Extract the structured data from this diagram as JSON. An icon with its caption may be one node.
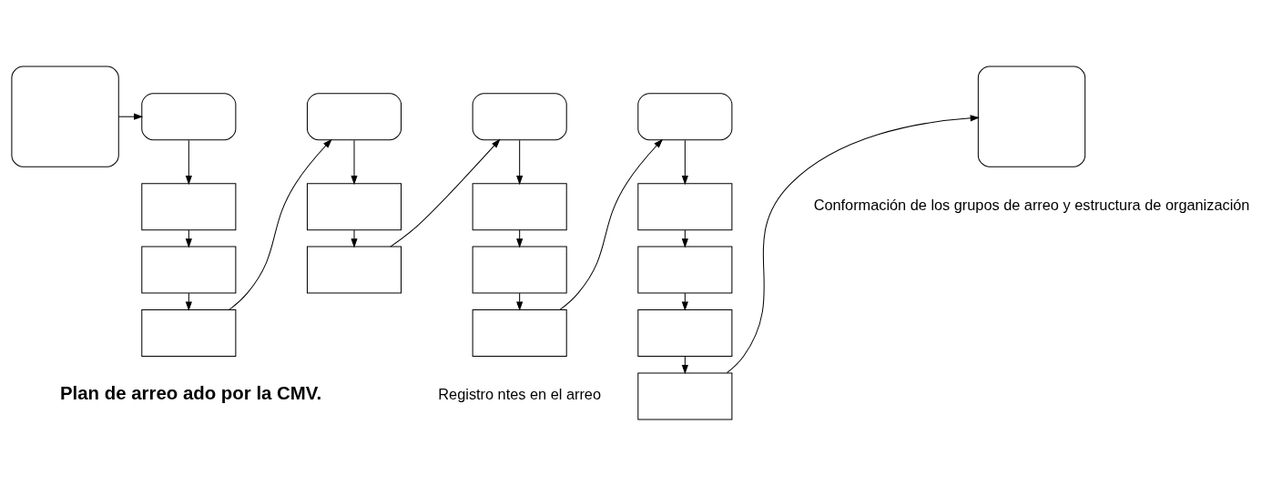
{
  "diagram": {
    "nodes": [
      {
        "text": [],
        "shape": "rounded"
      },
      {
        "text": [],
        "shape": "rounded"
      },
      {
        "text": [],
        "shape": "box"
      },
      {
        "text": [],
        "shape": "box"
      },
      {
        "text": [],
        "shape": "box"
      },
      {
        "text": [],
        "shape": "rounded"
      },
      {
        "text": [],
        "shape": "box"
      },
      {
        "text": [],
        "shape": "box"
      },
      {
        "text": [],
        "shape": "rounded"
      },
      {
        "text": [],
        "shape": "box"
      },
      {
        "text": [],
        "shape": "box"
      },
      {
        "text": [],
        "shape": "box"
      },
      {
        "text": [],
        "shape": "rounded"
      },
      {
        "text": [],
        "shape": "box"
      },
      {
        "text": [],
        "shape": "box"
      },
      {
        "text": [],
        "shape": "box"
      },
      {
        "text": [],
        "shape": "box"
      },
      {
        "text": [],
        "shape": "rounded"
      }
    ],
    "edges": [
      {
        "from": 0,
        "to": 1,
        "arrow": "to"
      },
      {
        "from": 1,
        "to": 2,
        "arrow": "to"
      },
      {
        "from": 2,
        "to": 3,
        "arrow": "to"
      },
      {
        "from": 3,
        "to": 4,
        "arrow": "to"
      },
      {
        "from": 4,
        "to": 5,
        "arrow": "to"
      },
      {
        "from": 5,
        "to": 6,
        "arrow": "to"
      },
      {
        "from": 6,
        "to": 7,
        "arrow": "to"
      },
      {
        "from": 7,
        "to": 8,
        "arrow": "to"
      },
      {
        "from": 8,
        "to": 9,
        "arrow": "to"
      },
      {
        "from": 9,
        "to": 10,
        "arrow": "to"
      },
      {
        "from": 10,
        "to": 11,
        "arrow": "to"
      },
      {
        "from": 11,
        "to": 12,
        "arrow": "to"
      },
      {
        "from": 12,
        "to": 13,
        "arrow": "to"
      },
      {
        "from": 13,
        "to": 14,
        "arrow": "to"
      },
      {
        "from": 14,
        "to": 15,
        "arrow": "to"
      },
      {
        "from": 15,
        "to": 16,
        "arrow": "to"
      },
      {
        "from": 16,
        "to": 17,
        "arrow": "to"
      }
    ],
    "labels": [
      "Plan de arreo ado por la CMV.",
      "Registro ntes en el arreo",
      "Conformación de los grupos de arreo y estructura de organización"
    ]
  }
}
